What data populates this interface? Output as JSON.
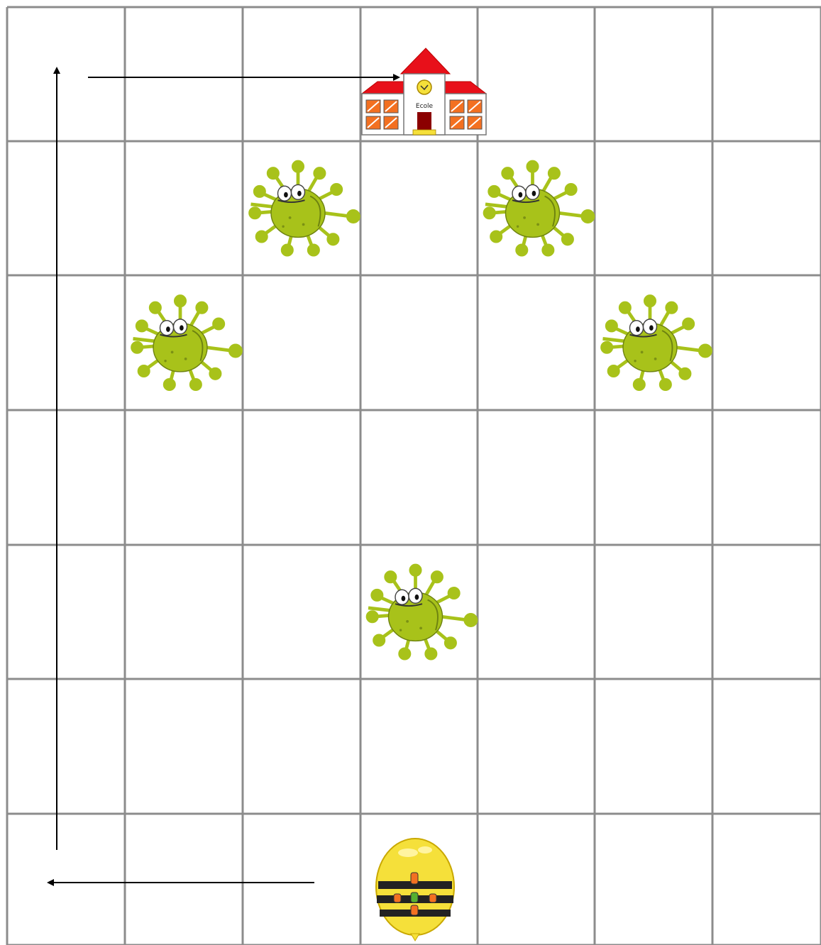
{
  "board": {
    "title": "",
    "columns": 7,
    "rows": 7,
    "grid_color": "#8c8c8c",
    "background": "#ffffff"
  },
  "school": {
    "label": "Ecole",
    "cell": {
      "col": 3,
      "row": 0
    },
    "roof_color": "#e8101a",
    "door_color": "#8b0000"
  },
  "viruses": [
    {
      "cell": {
        "col": 2,
        "row": 1
      }
    },
    {
      "cell": {
        "col": 4,
        "row": 1
      }
    },
    {
      "cell": {
        "col": 1,
        "row": 2
      }
    },
    {
      "cell": {
        "col": 5,
        "row": 2
      }
    },
    {
      "cell": {
        "col": 3,
        "row": 4
      }
    }
  ],
  "virus_color": "#a8c21a",
  "beebot": {
    "cell": {
      "col": 3,
      "row": 6
    },
    "body_color": "#f5e03a",
    "stripe_color": "#222222"
  },
  "path_arrows": [
    {
      "name": "arrow-left-bottom",
      "direction": "left"
    },
    {
      "name": "arrow-up-left-column",
      "direction": "up"
    },
    {
      "name": "arrow-right-top",
      "direction": "right"
    }
  ]
}
